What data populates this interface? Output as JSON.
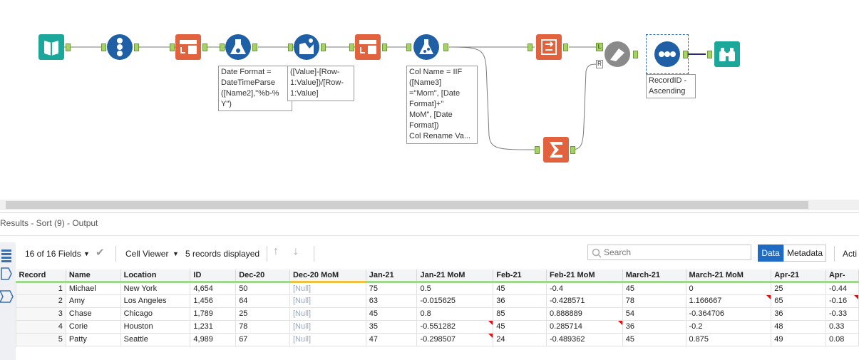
{
  "workflow": {
    "annotations": {
      "datetime": "Date Format =\nDateTimeParse\n([Name2],\"%b-%\nY\")",
      "multirow": "([Value]-[Row-\n1:Value])/[Row-\n1:Value]",
      "formula": "Col Name = IIF\n([Name3]\n=\"Mom\", [Date\nFormat]+\"\nMoM\", [Date\nFormat])\nCol Rename Va...",
      "sort": "RecordID -\nAscending"
    },
    "join_labels": {
      "left": "L",
      "right": "R"
    },
    "colors": {
      "input": "#1ba89a",
      "blue": "#1f5fa5",
      "orange": "#e2623e",
      "green": "#1ba89a",
      "gray": "#8a8a8a"
    },
    "icons": [
      "text-input-icon",
      "record-id-icon",
      "transpose-icon",
      "datetime-icon",
      "multirow-formula-icon",
      "transpose2-icon",
      "formula-icon",
      "crosstab-icon",
      "join-icon",
      "summarize-icon",
      "sort-icon",
      "browse-icon"
    ]
  },
  "results": {
    "title": "Results - Sort (9) - Output",
    "fields_label": "16 of 16 Fields",
    "cell_viewer_label": "Cell Viewer",
    "records_label": "5 records displayed",
    "search_placeholder": "Search",
    "data_tab": "Data",
    "metadata_tab": "Metadata",
    "actions_label": "Acti",
    "columns": [
      "Record",
      "Name",
      "Location",
      "ID",
      "Dec-20",
      "Dec-20 MoM",
      "Jan-21",
      "Jan-21 MoM",
      "Feb-21",
      "Feb-21 MoM",
      "March-21",
      "March-21 MoM",
      "Apr-21",
      "Apr-"
    ],
    "rows": [
      [
        "1",
        "Michael",
        "New York",
        "4,654",
        "50",
        "[Null]",
        "75",
        "0.5",
        "45",
        "-0.4",
        "45",
        "0",
        "25",
        "-0.44"
      ],
      [
        "2",
        "Amy",
        "Los Angeles",
        "1,456",
        "64",
        "[Null]",
        "63",
        "-0.015625",
        "36",
        "-0.428571",
        "78",
        "1.166667",
        "65",
        "-0.16"
      ],
      [
        "3",
        "Chase",
        "Chicago",
        "1,789",
        "25",
        "[Null]",
        "45",
        "0.8",
        "85",
        "0.888889",
        "54",
        "-0.364706",
        "36",
        "-0.33"
      ],
      [
        "4",
        "Corie",
        "Houston",
        "1,231",
        "78",
        "[Null]",
        "35",
        "-0.551282",
        "45",
        "0.285714",
        "36",
        "-0.2",
        "48",
        "0.33"
      ],
      [
        "5",
        "Patty",
        "Seattle",
        "4,989",
        "67",
        "[Null]",
        "47",
        "-0.298507",
        "24",
        "-0.489362",
        "45",
        "0.875",
        "49",
        "0.08"
      ]
    ]
  }
}
